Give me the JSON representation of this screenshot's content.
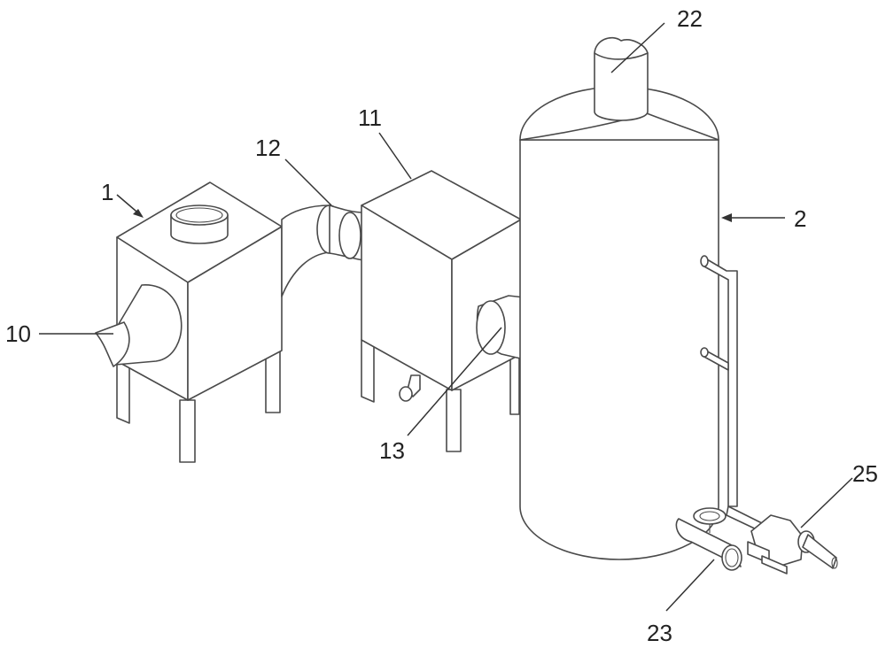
{
  "labels": {
    "unit_1": "1",
    "inlet_10": "10",
    "unit_11": "11",
    "duct_12": "12",
    "pipe_13": "13",
    "tower_2": "2",
    "outlet_22": "22",
    "pipe_23": "23",
    "pump_25": "25"
  },
  "colors": {
    "line": "#4a4a4a",
    "text": "#222222",
    "background": "#ffffff"
  }
}
